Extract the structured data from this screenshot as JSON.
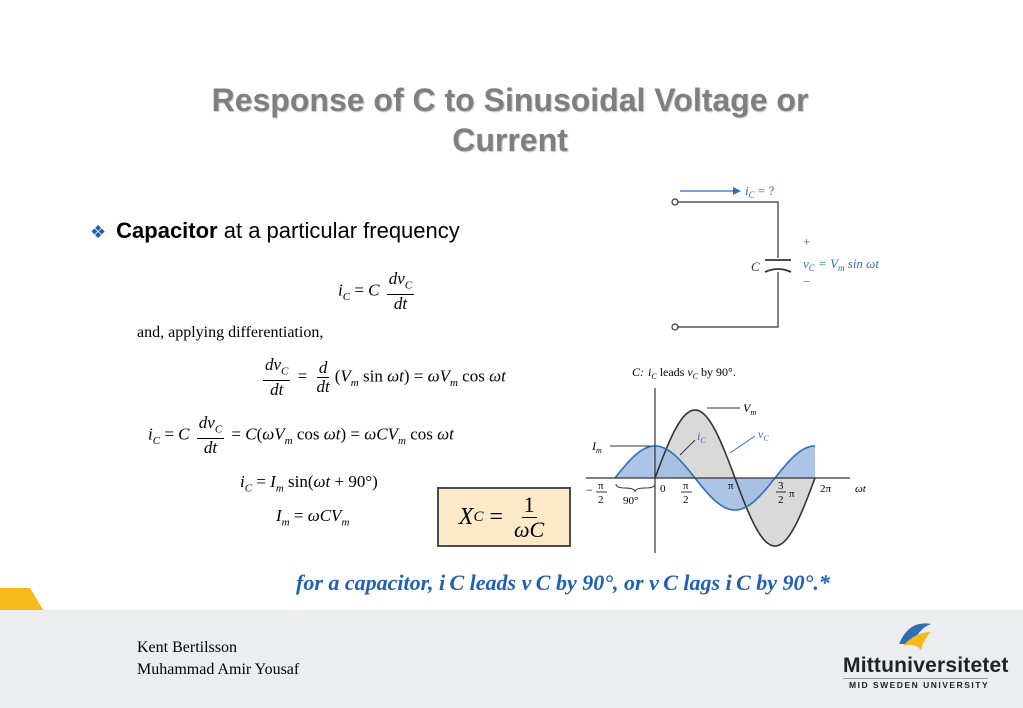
{
  "title_line1": "Response of C to Sinusoidal Voltage or",
  "title_line2": "Current",
  "bullet": {
    "mark": "❖",
    "bold": "Capacitor",
    "rest": " at a particular frequency"
  },
  "text": {
    "and_applying": "and, applying differentiation,",
    "statement": "for a capacitor, i C leads v C by 90°, or v C lags i C by 90°.*"
  },
  "circuit": {
    "ic_label": "i",
    "ic_sub": "C",
    "ic_eq": " = ?",
    "plus": "+",
    "minus": "−",
    "c_label": "C",
    "vc_label": "v",
    "vc_sub": "C",
    "vc_eq": " = V",
    "vc_m": "m",
    "vc_sin": " sin ωt"
  },
  "waveform": {
    "caption_c": "C:",
    "caption_rest": "leads",
    "caption_by": "by 90°.",
    "vm": "V",
    "vm_sub": "m",
    "im": "I",
    "im_sub": "m",
    "ic": "i",
    "ic_sub": "C",
    "vc": "v",
    "vc_sub": "C",
    "tick_neg_pi2_num": "π",
    "tick_neg_pi2_den": "2",
    "tick_neg_sign": "−",
    "tick_90": "90°",
    "tick_0": "0",
    "tick_pi2_num": "π",
    "tick_pi2_den": "2",
    "tick_pi": "π",
    "tick_3pi2_num": "3",
    "tick_3pi2_den": "2",
    "tick_3pi2_pi": "π",
    "tick_2pi": "2π",
    "axis_wt": "ωt",
    "colors": {
      "vc_fill": "#d9d9d9",
      "ic_fill": "#9dbbe3",
      "ic_stroke": "#2f6db5"
    }
  },
  "footer": {
    "author1": "Kent Bertilsson",
    "author2": "Muhammad Amir Yousaf",
    "logo": "Mittuniversitetet",
    "logo_sub": "MID SWEDEN UNIVERSITY"
  }
}
